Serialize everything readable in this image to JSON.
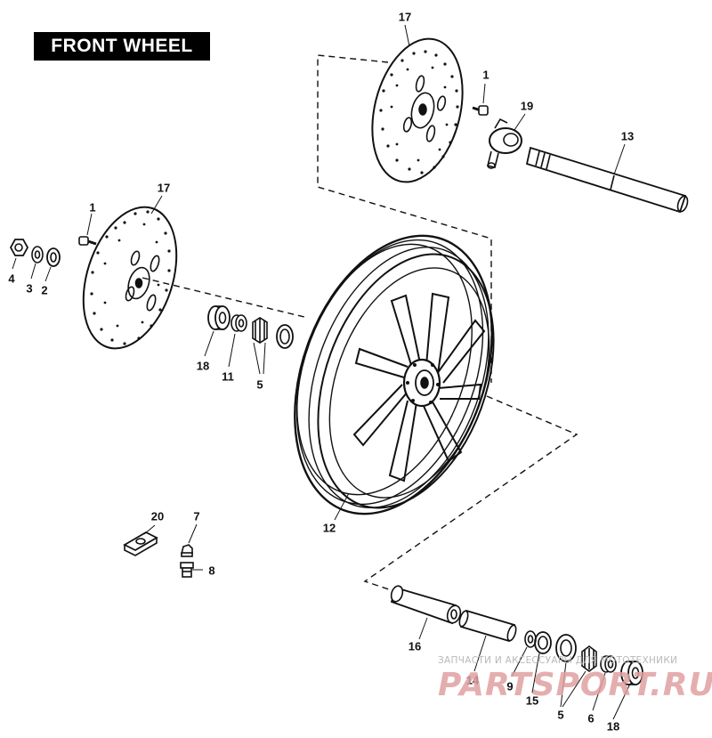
{
  "title": "FRONT WHEEL",
  "callouts": {
    "c17_top": "17",
    "c1_top": "1",
    "c19": "19",
    "c13": "13",
    "c17_left": "17",
    "c1_left": "1",
    "c4": "4",
    "c3": "3",
    "c2": "2",
    "c18_mid": "18",
    "c11": "11",
    "c5_mid": "5",
    "c12": "12",
    "c20": "20",
    "c7": "7",
    "c8": "8",
    "c16": "16",
    "c14": "14",
    "c9": "9",
    "c15": "15",
    "c5_bot": "5",
    "c6": "6",
    "c18_bot": "18"
  },
  "watermark": {
    "line1": "ЗАПЧАСТИ И АКСЕССУАРЫ ДЛЯ МОТОТЕХНИКИ",
    "logo": "PARTSPORT.RU"
  }
}
